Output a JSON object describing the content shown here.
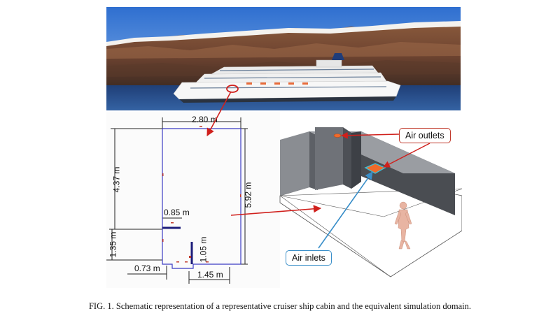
{
  "figure": {
    "caption": "FIG. 1. Schematic representation of a representative cruiser ship cabin and the equivalent simulation domain."
  },
  "plan": {
    "width_top": "2.80 m",
    "height_left_upper": "4.37 m",
    "height_right": "5.92 m",
    "width_inner": "0.85 m",
    "height_left_lower": "1.35 m",
    "height_bath": "1.05 m",
    "width_step": "0.73 m",
    "width_bottom": "1.45 m"
  },
  "iso": {
    "outlets_label": "Air outlets",
    "inlets_label": "Air inlets"
  },
  "colors": {
    "callout_red": "#c0392b",
    "callout_blue": "#3a8fc9",
    "plan_line": "#3b3bc4",
    "wall_dark": "#4a4d52",
    "wall_mid": "#7b7e84",
    "outlet_orange": "#f06a2a"
  }
}
